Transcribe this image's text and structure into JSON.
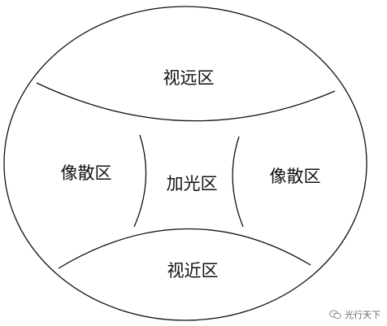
{
  "zones": {
    "far_zone": "视远区",
    "left_astigmatic_zone": "像散区",
    "progression_zone": "加光区",
    "right_astigmatic_zone": "像散区",
    "near_zone": "视近区"
  },
  "watermark": {
    "text": "光行天下",
    "icon": "wechat-icon"
  }
}
